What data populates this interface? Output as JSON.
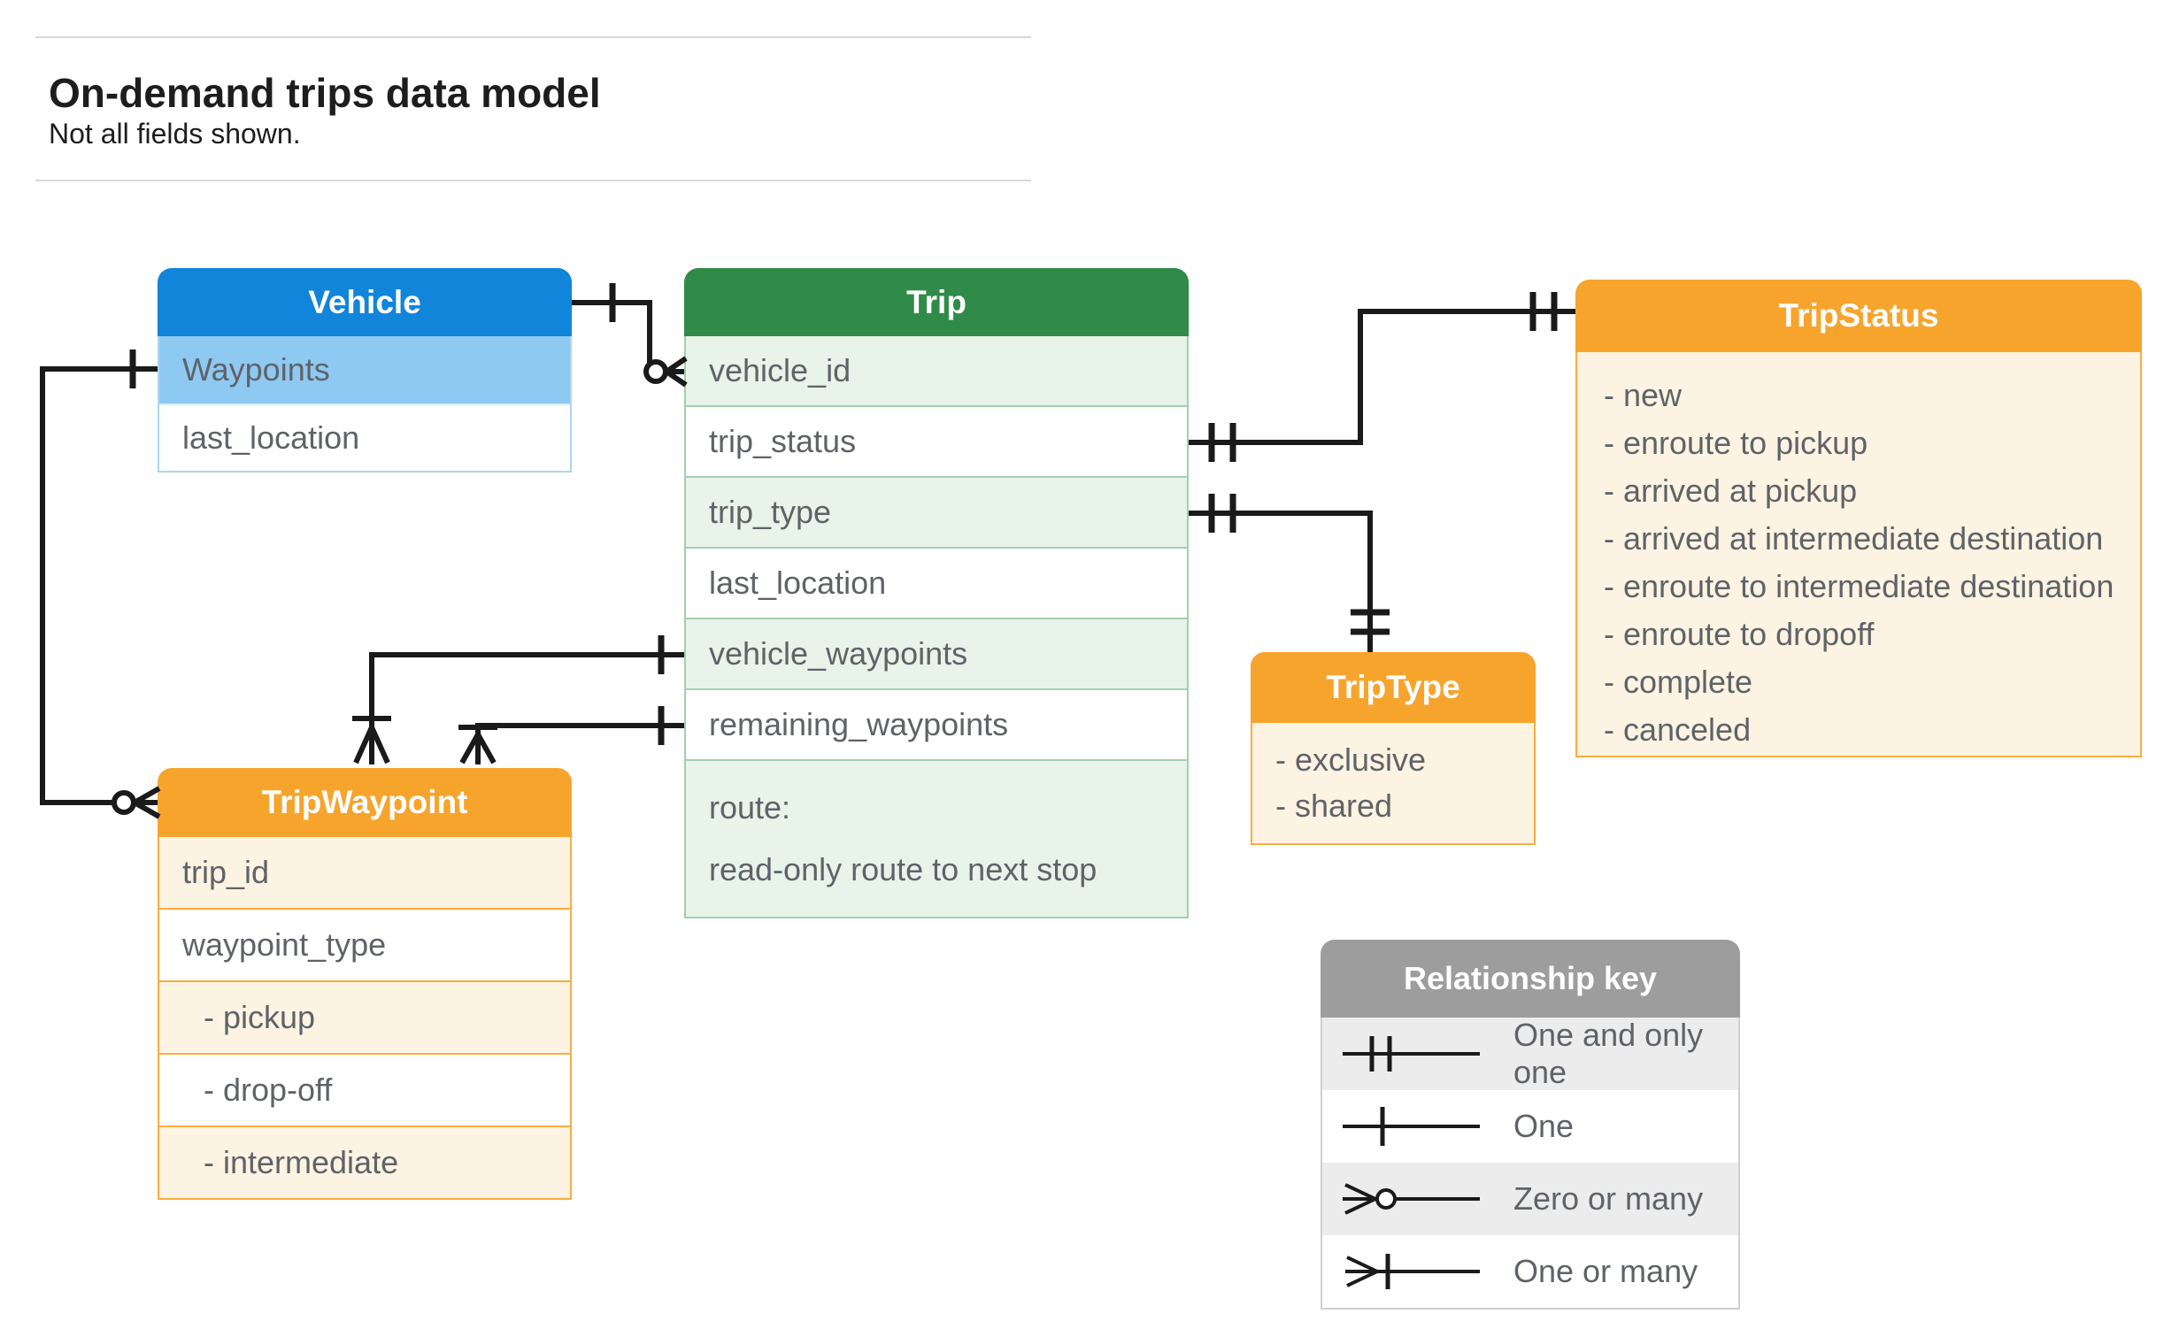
{
  "header": {
    "title": "On-demand trips data model",
    "subtitle": "Not all fields shown."
  },
  "entities": {
    "vehicle": {
      "title": "Vehicle",
      "fields": [
        "Waypoints",
        "last_location"
      ]
    },
    "trip": {
      "title": "Trip",
      "fields": [
        "vehicle_id",
        "trip_status",
        "trip_type",
        "last_location",
        "vehicle_waypoints",
        "remaining_waypoints"
      ],
      "route": {
        "name": "route:",
        "description": "read-only route to next stop"
      }
    },
    "tripStatus": {
      "title": "TripStatus",
      "values": [
        "- new",
        "- enroute to pickup",
        "- arrived at pickup",
        "- arrived at intermediate destination",
        "- enroute to intermediate destination",
        "- enroute to dropoff",
        "- complete",
        "- canceled"
      ]
    },
    "tripWaypoint": {
      "title": "TripWaypoint",
      "fields": [
        "trip_id",
        "waypoint_type"
      ],
      "values": [
        "- pickup",
        "- drop-off",
        "- intermediate"
      ]
    },
    "tripType": {
      "title": "TripType",
      "values": [
        "- exclusive",
        "- shared"
      ]
    }
  },
  "legend": {
    "title": "Relationship key",
    "rows": [
      {
        "symbol": "one-and-only-one",
        "label": "One and only one"
      },
      {
        "symbol": "one",
        "label": "One"
      },
      {
        "symbol": "zero-or-many",
        "label": "Zero or many"
      },
      {
        "symbol": "one-or-many",
        "label": "One or many"
      }
    ]
  },
  "colors": {
    "vehicle_header": "#1185d9",
    "vehicle_field_highlight": "#8ec9f2",
    "trip_header": "#2f8b47",
    "trip_row_alt": "#e8f3ea",
    "orange_header": "#f7a42d",
    "orange_body": "#fdf3e2",
    "orange_border": "#f9ad42",
    "legend_header": "#9d9d9d",
    "legend_row_alt": "#ececec",
    "connector": "#1a1a1a",
    "field_text": "#5f6368"
  }
}
